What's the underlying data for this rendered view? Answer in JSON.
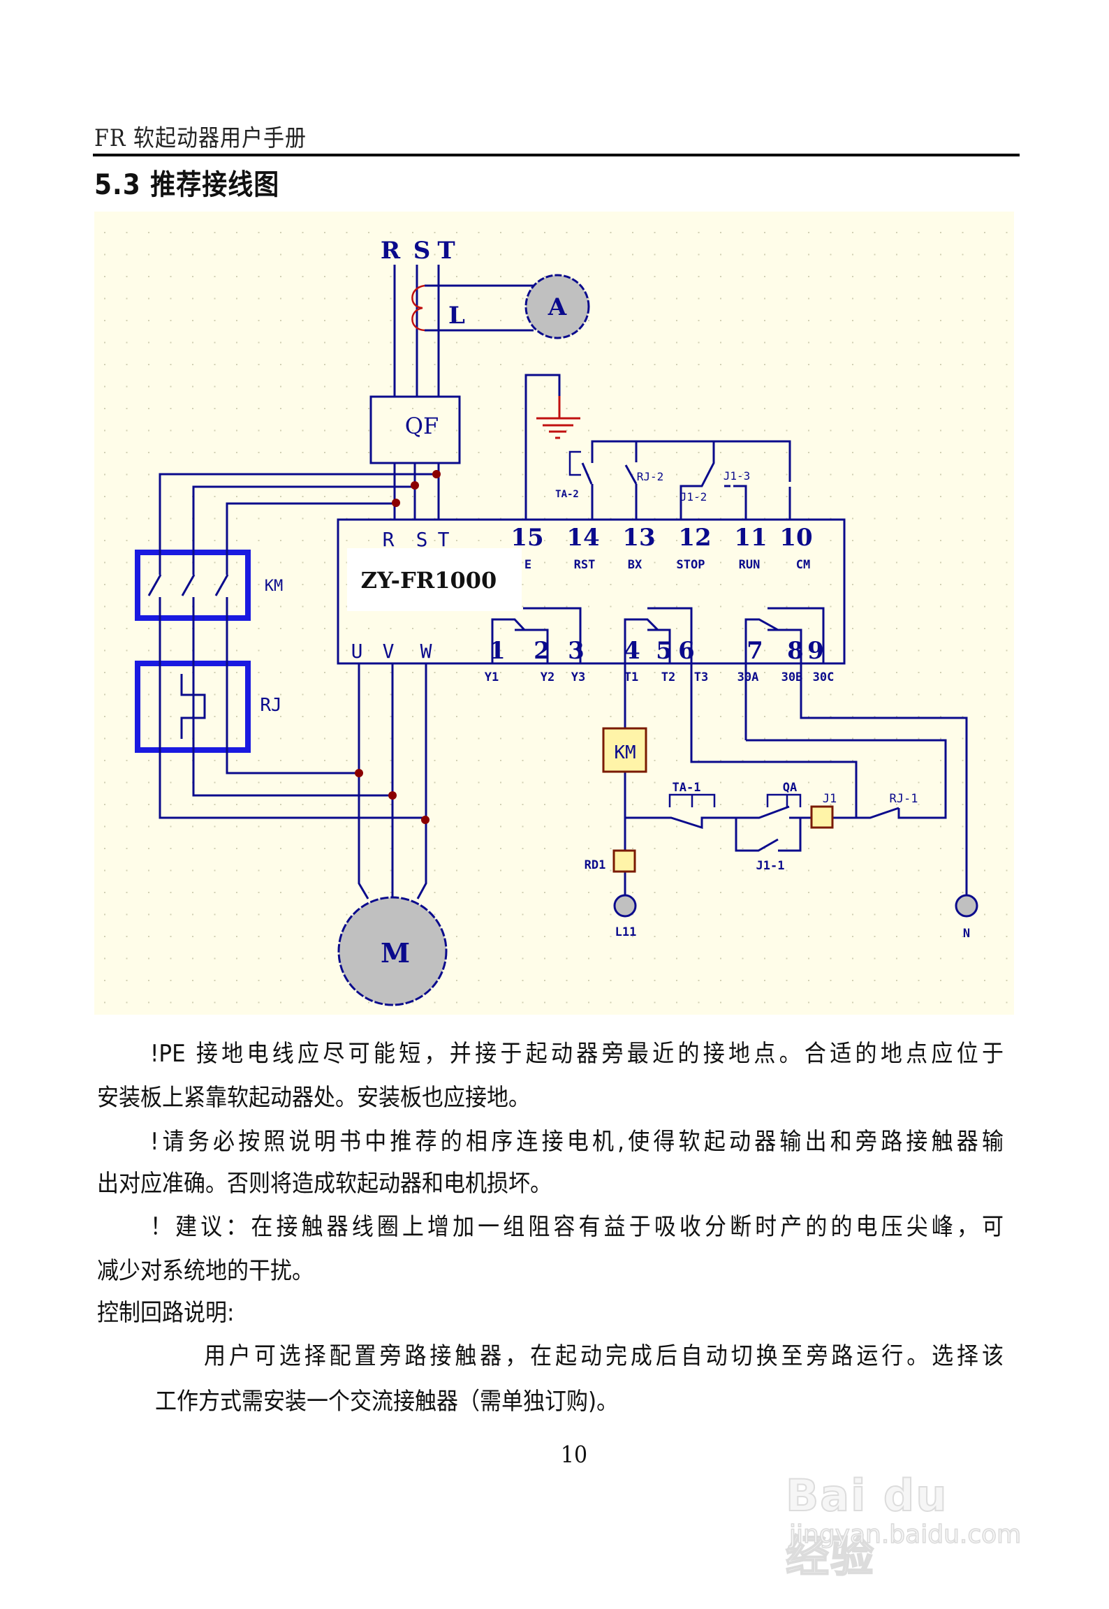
{
  "header": {
    "title": "FR 软起动器用户手册"
  },
  "section": {
    "title": "5.3 推荐接线图"
  },
  "diagram": {
    "supply_labels": {
      "r": "R",
      "s": "S",
      "t": "T"
    },
    "ammeter": "A",
    "reactor": "L",
    "breaker": "QF",
    "contactor_km": "KM",
    "thermal_relay_rj": "RJ",
    "motor": "M",
    "starter_model": "ZY-FR1000",
    "starter_inputs": {
      "r": "R",
      "s": "S",
      "t": "T"
    },
    "starter_outputs": {
      "u": "U",
      "v": "V",
      "w": "W"
    },
    "control_terminals": [
      {
        "num": "15",
        "name": "E"
      },
      {
        "num": "14",
        "name": "RST"
      },
      {
        "num": "13",
        "name": "BX"
      },
      {
        "num": "12",
        "name": "STOP"
      },
      {
        "num": "11",
        "name": "RUN"
      },
      {
        "num": "10",
        "name": "CM"
      }
    ],
    "relay_terminals": [
      {
        "num": "1",
        "name": "Y1"
      },
      {
        "num": "2",
        "name": "Y2"
      },
      {
        "num": "3",
        "name": "Y3"
      },
      {
        "num": "4",
        "name": "T1"
      },
      {
        "num": "5",
        "name": "T2"
      },
      {
        "num": "6",
        "name": "T3"
      },
      {
        "num": "7",
        "name": "30A"
      },
      {
        "num": "8",
        "name": "30B"
      },
      {
        "num": "9",
        "name": "30C"
      }
    ],
    "contacts": {
      "ta2": "TA-2",
      "rj2": "RJ-2",
      "j12": "J1-2",
      "j13": "J1-3",
      "ta1": "TA-1",
      "qa": "QA",
      "j1": "J1",
      "rj1": "RJ-1",
      "j11": "J1-1"
    },
    "km_coil": "KM",
    "fuse": "RD1",
    "line_terminal": "L11",
    "neutral_terminal": "N",
    "colors": {
      "background": "#fffde9",
      "wire": "#0a0a8c",
      "bold_box": "#1a1ae0",
      "junction": "#8b0000",
      "ground": "#c01010",
      "component_fill": "#c0c0c0",
      "coil_fill": "#fff4a8",
      "coil_border": "#7a1a00"
    }
  },
  "body": {
    "lines": [
      "!PE 接地电线应尽可能短，并接于起动器旁最近的接地点。合适的地点应位于",
      "安装板上紧靠软起动器处。安装板也应接地。",
      "!请务必按照说明书中推荐的相序连接电机,使得软起动器输出和旁路接触器输",
      "出对应准确。否则将造成软起动器和电机损坏。",
      "！建议：在接触器线圈上增加一组阻容有益于吸收分断时产的的电压尖峰，可",
      "减少对系统地的干扰。",
      "控制回路说明:",
      "用户可选择配置旁路接触器，在起动完成后自动切换至旁路运行。选择该",
      "工作方式需安装一个交流接触器（需单独订购)。"
    ]
  },
  "footer": {
    "page_number": "10"
  },
  "watermark": {
    "logo": "Bai du 经验",
    "url": "jingyan.baidu.com"
  }
}
